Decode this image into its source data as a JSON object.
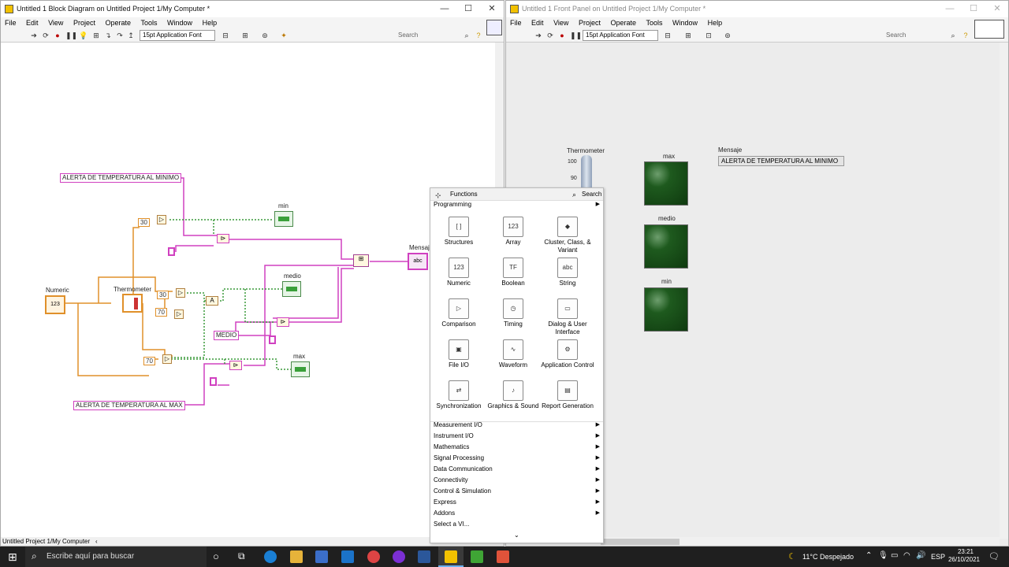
{
  "block_diagram": {
    "title": "Untitled 1 Block Diagram on Untitled Project 1/My Computer *",
    "menu": [
      "File",
      "Edit",
      "View",
      "Project",
      "Operate",
      "Tools",
      "Window",
      "Help"
    ],
    "font": "15pt Application Font",
    "search_placeholder": "Search",
    "status": "Untitled Project 1/My Computer",
    "nodes": {
      "alert_min": "ALERTA DE TEMPERATURA AL MINIMO",
      "alert_max": "ALERTA DE TEMPERATURA AL MAX",
      "medio": "MEDIO",
      "c30a": "30",
      "c30b": "30",
      "c70a": "70",
      "c70b": "70",
      "numeric": "Numeric",
      "thermometer": "Thermometer",
      "min": "min",
      "medio_ind": "medio",
      "max": "max",
      "mensaje": "Mensaje",
      "and": "A"
    }
  },
  "front_panel": {
    "title": "Untitled 1 Front Panel on Untitled Project 1/My Computer *",
    "menu": [
      "File",
      "Edit",
      "View",
      "Project",
      "Operate",
      "Tools",
      "Window",
      "Help"
    ],
    "font": "15pt Application Font",
    "search_placeholder": "Search",
    "thermometer_label": "Thermometer",
    "thermo_ticks": [
      "100",
      "90"
    ],
    "max_label": "max",
    "medio_label": "medio",
    "min_label": "min",
    "mensaje_label": "Mensaje",
    "mensaje_value": "ALERTA DE TEMPERATURA AL MINIMO"
  },
  "palette": {
    "title": "Functions",
    "search": "Search",
    "category": "Programming",
    "items": [
      {
        "label": "Structures",
        "icon": "structures-icon",
        "glyph": "[ ]"
      },
      {
        "label": "Array",
        "icon": "array-icon",
        "glyph": "123"
      },
      {
        "label": "Cluster, Class, & Variant",
        "icon": "cluster-icon",
        "glyph": "◆"
      },
      {
        "label": "Numeric",
        "icon": "numeric-icon",
        "glyph": "123"
      },
      {
        "label": "Boolean",
        "icon": "boolean-icon",
        "glyph": "TF"
      },
      {
        "label": "String",
        "icon": "string-icon",
        "glyph": "abc"
      },
      {
        "label": "Comparison",
        "icon": "comparison-icon",
        "glyph": "▷"
      },
      {
        "label": "Timing",
        "icon": "timing-icon",
        "glyph": "◷"
      },
      {
        "label": "Dialog & User Interface",
        "icon": "dialog-icon",
        "glyph": "▭"
      },
      {
        "label": "File I/O",
        "icon": "file-io-icon",
        "glyph": "▣"
      },
      {
        "label": "Waveform",
        "icon": "waveform-icon",
        "glyph": "∿"
      },
      {
        "label": "Application Control",
        "icon": "app-control-icon",
        "glyph": "⚙"
      },
      {
        "label": "Synchronization",
        "icon": "sync-icon",
        "glyph": "⇄"
      },
      {
        "label": "Graphics & Sound",
        "icon": "graphics-icon",
        "glyph": "♪"
      },
      {
        "label": "Report Generation",
        "icon": "report-icon",
        "glyph": "▤"
      }
    ],
    "submenus": [
      "Measurement I/O",
      "Instrument I/O",
      "Mathematics",
      "Signal Processing",
      "Data Communication",
      "Connectivity",
      "Control & Simulation",
      "Express",
      "Addons",
      "Select a VI..."
    ]
  },
  "taskbar": {
    "search": "Escribe aquí para buscar",
    "weather": "11°C Despejado",
    "lang": "ESP",
    "time": "23:21",
    "date": "26/10/2021"
  },
  "colors": {
    "string_wire": "#d040c0",
    "numeric_wire": "#e0902a",
    "bool_wire": "#3a9a3a",
    "taskbar": "#1f1f1f"
  }
}
